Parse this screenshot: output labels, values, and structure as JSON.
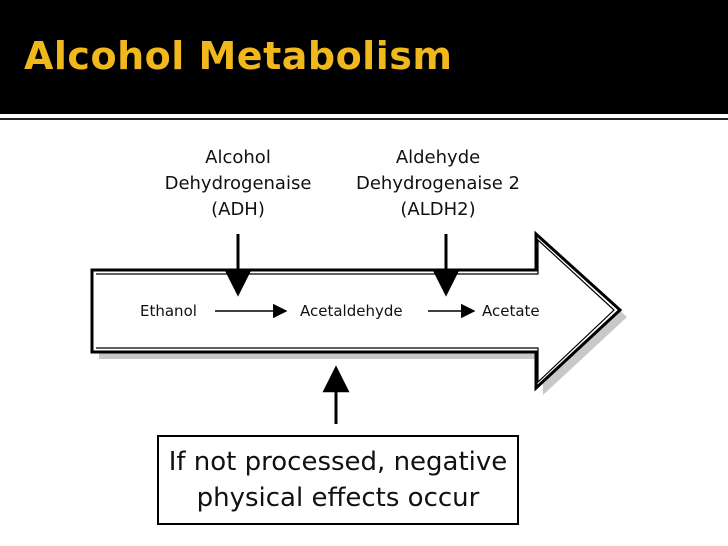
{
  "slide": {
    "title": "Alcohol Metabolism",
    "colors": {
      "title_bar": "#000000",
      "title_text": "#f0b81c",
      "stroke": "#000000"
    }
  },
  "enzymes": [
    {
      "lines": [
        "Alcohol",
        "Dehydrogenaise",
        "(ADH)"
      ]
    },
    {
      "lines": [
        "Aldehyde",
        "Dehydrogenaise 2",
        "(ALDH2)"
      ]
    }
  ],
  "pathway": [
    "Ethanol",
    "Acetaldehyde",
    "Acetate"
  ],
  "note": {
    "lines": [
      "If not processed, negative",
      "physical effects occur"
    ]
  }
}
